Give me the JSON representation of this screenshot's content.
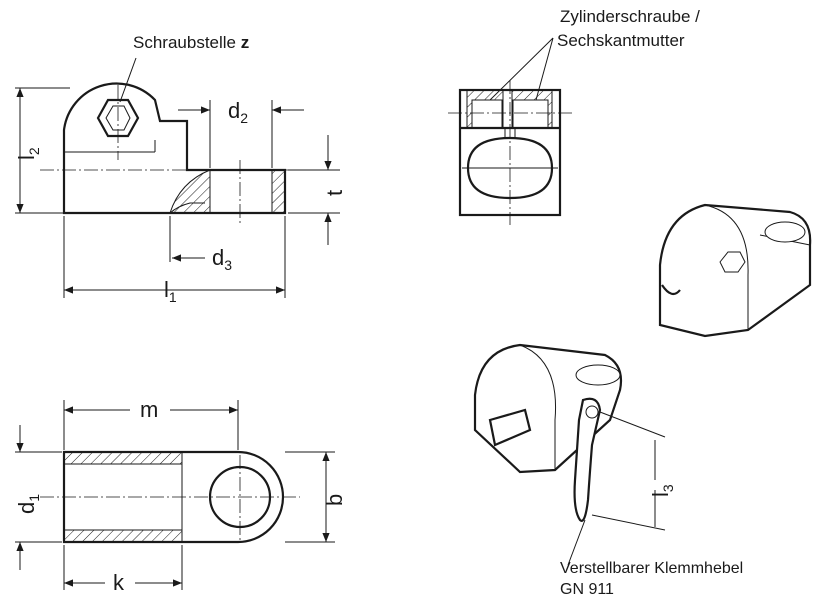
{
  "callouts": {
    "screw_point": "Schraubstelle",
    "screw_point_var": "z",
    "screw_type_line1": "Zylinderschraube /",
    "screw_type_line2": "Sechskantmutter",
    "lever_line1": "Verstellbarer Klemmhebel",
    "lever_line2": "GN 911"
  },
  "dimensions": {
    "l2": {
      "base": "l",
      "sub": "2"
    },
    "d2": {
      "base": "d",
      "sub": "2"
    },
    "t": {
      "base": "t",
      "sub": ""
    },
    "d3": {
      "base": "d",
      "sub": "3"
    },
    "l1": {
      "base": "l",
      "sub": "1"
    },
    "m": {
      "base": "m",
      "sub": ""
    },
    "d1": {
      "base": "d",
      "sub": "1"
    },
    "b": {
      "base": "b",
      "sub": ""
    },
    "k": {
      "base": "k",
      "sub": ""
    },
    "l3": {
      "base": "l",
      "sub": "3"
    }
  }
}
